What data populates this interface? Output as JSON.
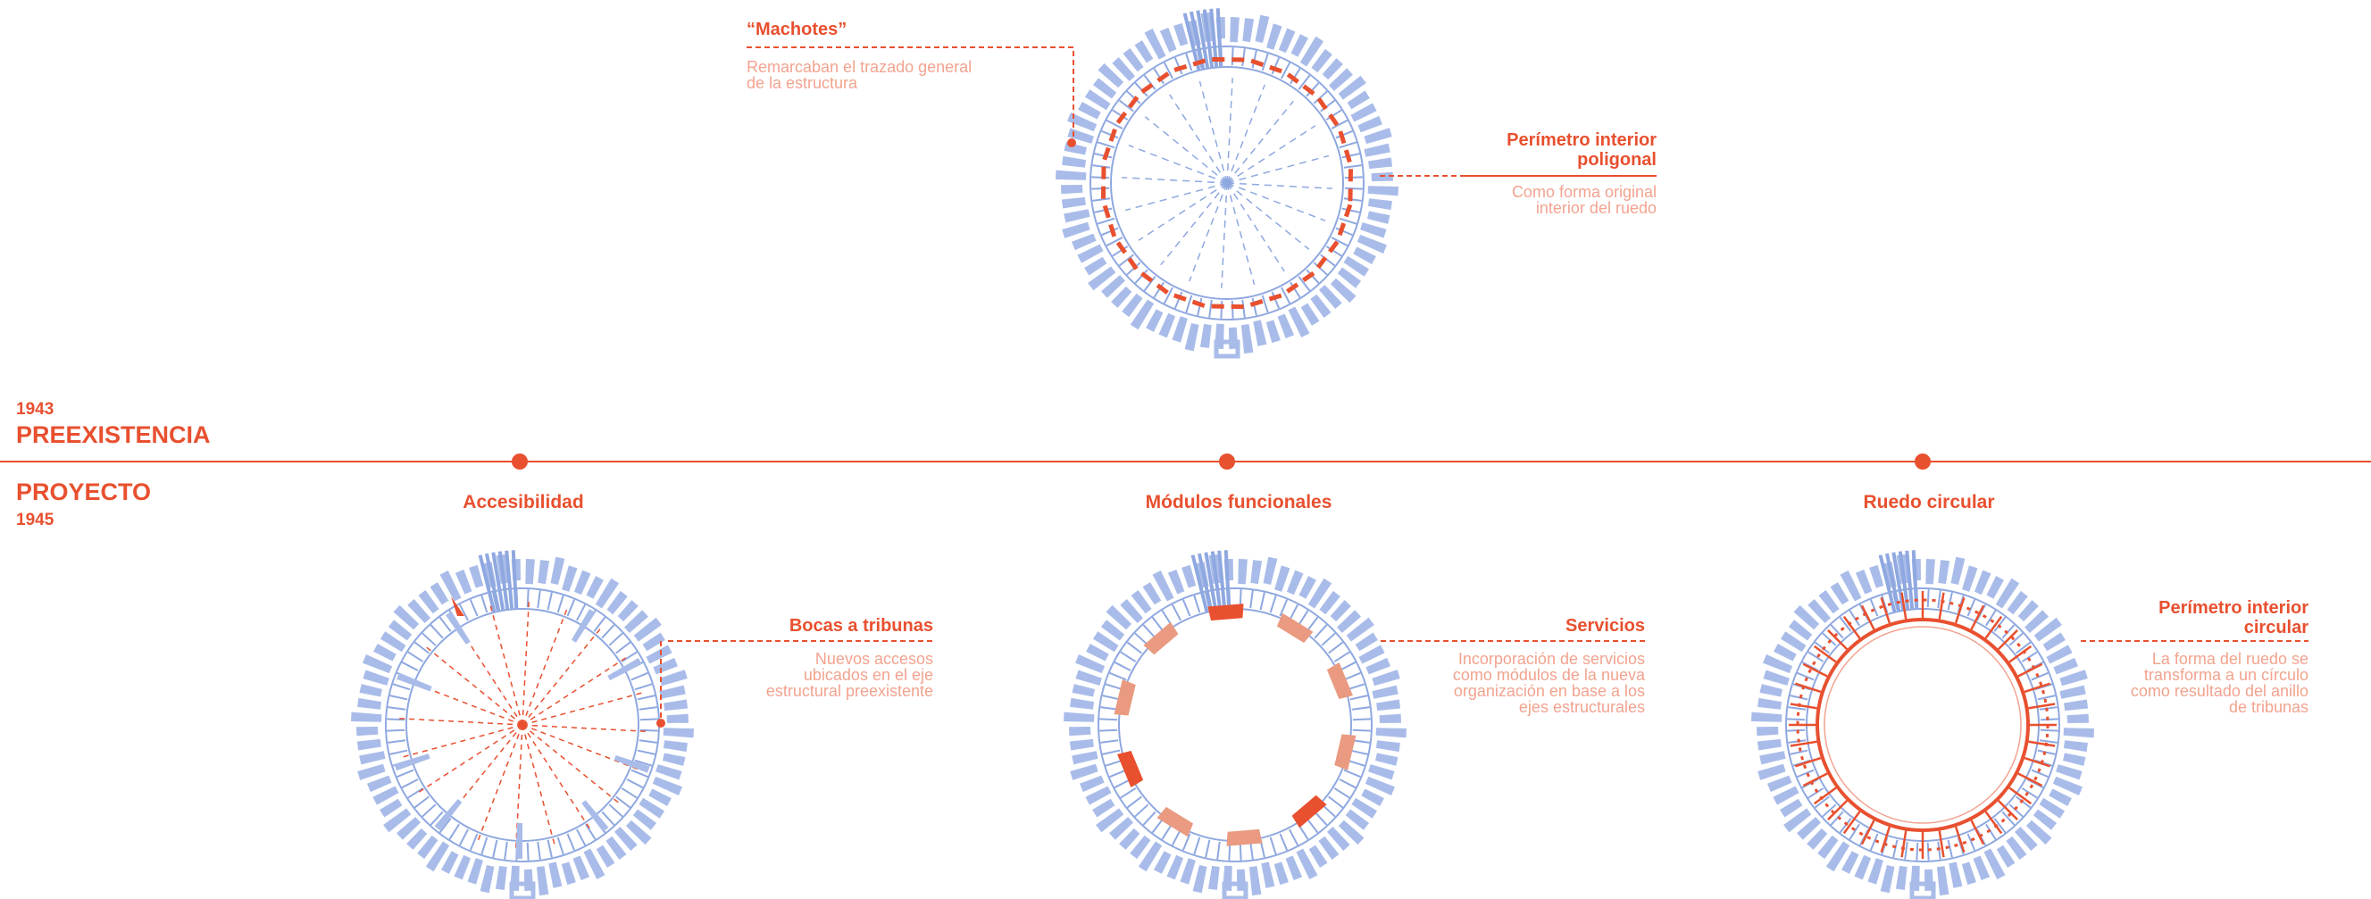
{
  "timeline": {
    "year_top": "1943",
    "phase_top": "PREEXISTENCIA",
    "phase_bottom": "PROYECTO",
    "year_bottom": "1945"
  },
  "top_diagram": {
    "left_note": {
      "title": "“Machotes”",
      "text": "Remarcaban el trazado general de la estructura"
    },
    "right_note": {
      "title": "Perímetro interior poligonal",
      "text": "Como forma original interior del ruedo"
    }
  },
  "columns": [
    {
      "heading": "Accesibilidad",
      "note": {
        "title": "Bocas a tribunas",
        "text": "Nuevos accesos ubicados en el eje estructural preexistente"
      }
    },
    {
      "heading": "Módulos funcionales",
      "note": {
        "title": "Servicios",
        "text": "Incorporación de servicios como módulos de la nueva organización en base a los ejes estructurales"
      }
    },
    {
      "heading": "Ruedo circular",
      "note": {
        "title": "Perímetro interior circular",
        "text": "La forma del ruedo se transforma a un círculo como resultado del anillo de tribunas"
      }
    }
  ],
  "colors": {
    "accent": "#e8502f",
    "accent_light": "#f2a38f",
    "module_light": "#e99a80",
    "structure": "#a9bce9",
    "structure_line": "#8fa8e0"
  }
}
